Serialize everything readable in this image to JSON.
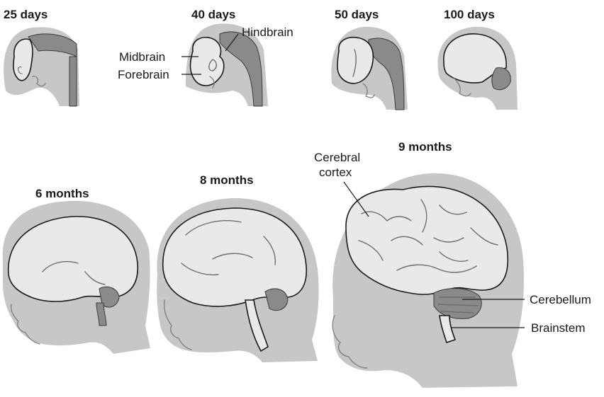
{
  "figure": {
    "stages": [
      {
        "id": "d25",
        "label": "25 days"
      },
      {
        "id": "d40",
        "label": "40 days"
      },
      {
        "id": "d50",
        "label": "50 days"
      },
      {
        "id": "d100",
        "label": "100 days"
      },
      {
        "id": "m6",
        "label": "6 months"
      },
      {
        "id": "m8",
        "label": "8 months"
      },
      {
        "id": "m9",
        "label": "9 months"
      }
    ],
    "callouts": {
      "hindbrain": "Hindbrain",
      "midbrain": "Midbrain",
      "forebrain": "Forebrain",
      "cerebral_cortex_line1": "Cerebral",
      "cerebral_cortex_line2": "cortex",
      "cerebellum": "Cerebellum",
      "brainstem": "Brainstem"
    },
    "colors": {
      "head": "#c7c7c7",
      "brain": "#e9e9e9",
      "hindbrain_region": "#8a8a8a",
      "outline": "#1a1a1a"
    }
  }
}
